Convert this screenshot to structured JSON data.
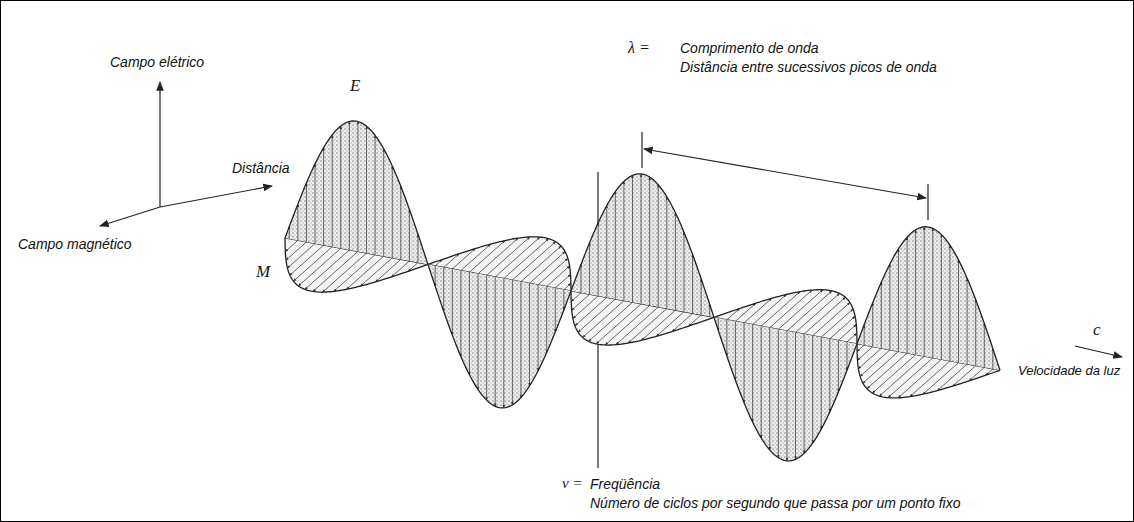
{
  "diagram": {
    "labels": [
      "Campo elétrico",
      "Distância",
      "Campo magnético",
      "E",
      "M",
      "λ =",
      "Comprimento de onda",
      "Distância entre sucessivos picos de onda",
      "c",
      "Velocidade da luz",
      "ν =",
      "Freqüência",
      "Número de ciclos por segundo que passa por um ponto fixo"
    ]
  }
}
